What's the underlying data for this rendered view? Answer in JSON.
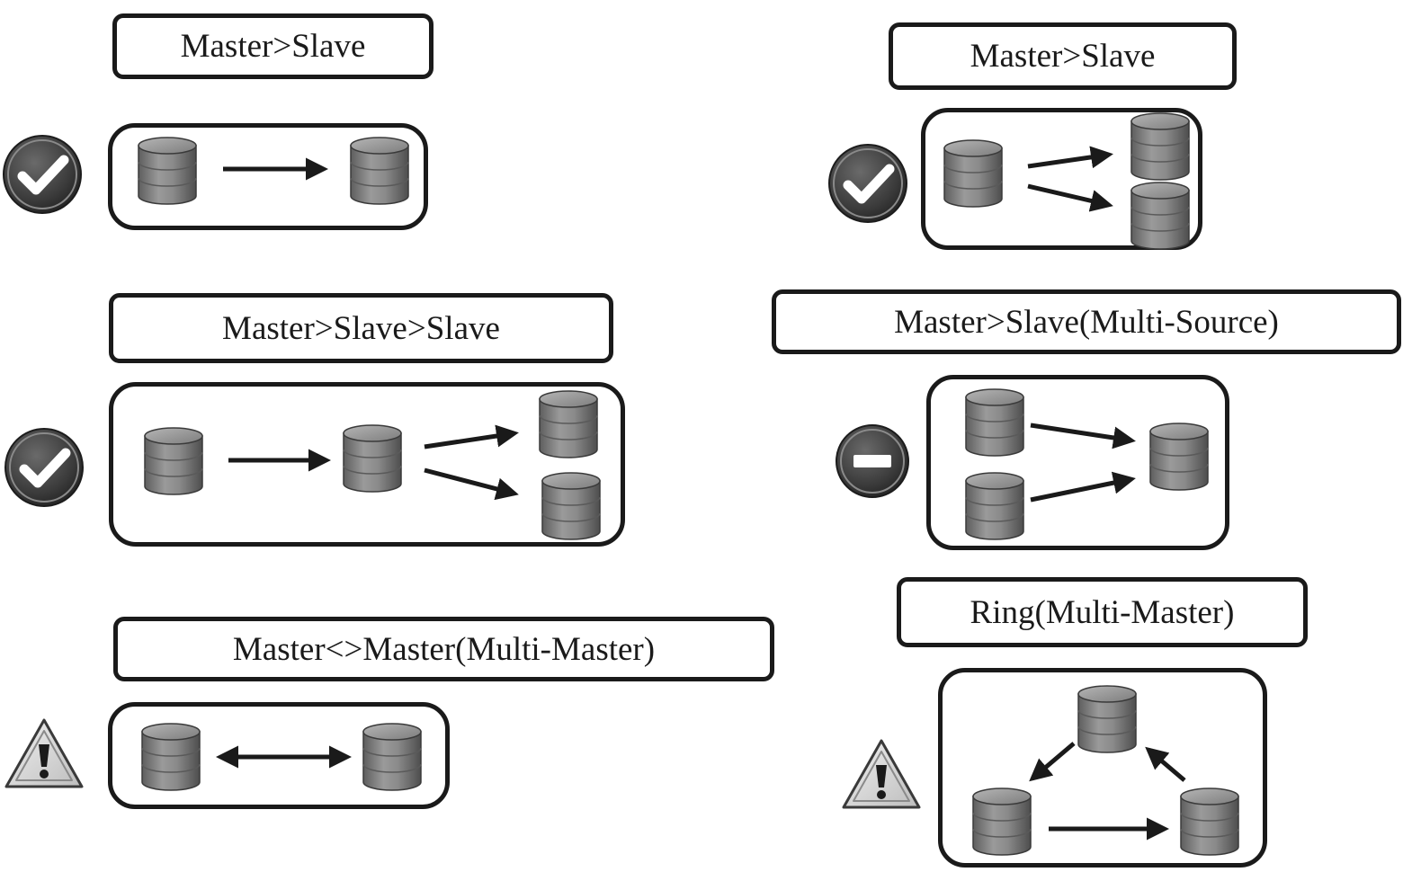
{
  "configurations": [
    {
      "title": "Master>Slave",
      "status": "supported",
      "status_icon": "checkmark-icon"
    },
    {
      "title": "Master>Slave",
      "status": "supported",
      "status_icon": "checkmark-icon"
    },
    {
      "title": "Master>Slave>Slave",
      "status": "supported",
      "status_icon": "checkmark-icon"
    },
    {
      "title": "Master>Slave(Multi-Source)",
      "status": "not-supported",
      "status_icon": "minus-icon"
    },
    {
      "title": "Master<>Master(Multi-Master)",
      "status": "warning",
      "status_icon": "warning-icon"
    },
    {
      "title": "Ring(Multi-Master)",
      "status": "warning",
      "status_icon": "warning-icon"
    }
  ],
  "colors": {
    "ink": "#1a1a1a",
    "database_gray": "#7a7a7a",
    "status_badge": "#3c3c3c",
    "warning_fill": "#d9d9d9"
  }
}
